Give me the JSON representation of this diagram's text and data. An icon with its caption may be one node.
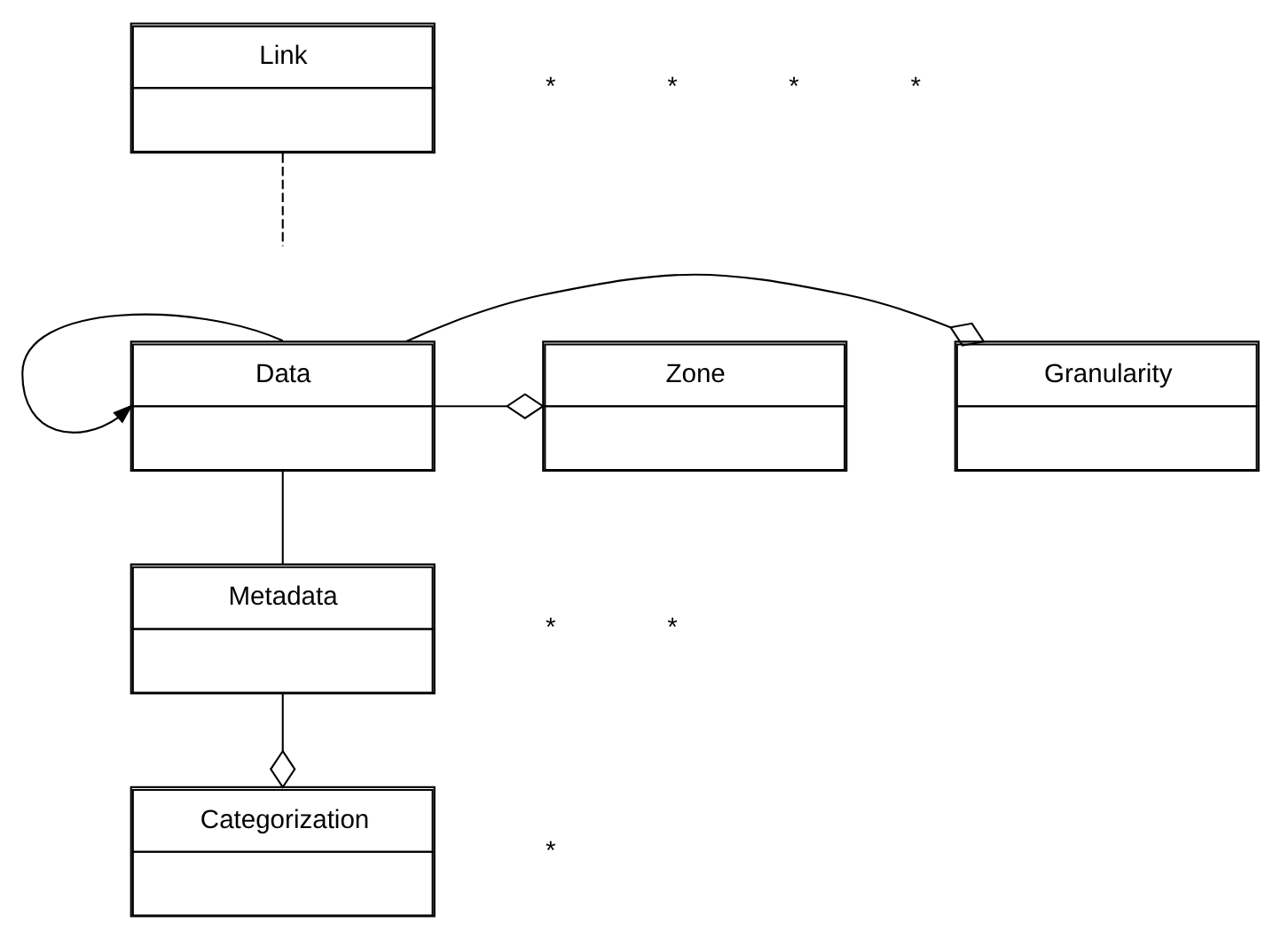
{
  "diagram": {
    "nodes": [
      {
        "text": [
          "Link"
        ]
      },
      {
        "text": [
          "Data"
        ]
      },
      {
        "text": [
          "Granularity"
        ]
      },
      {
        "text": [
          "Zone"
        ]
      },
      {
        "text": [
          "Metadata"
        ]
      },
      {
        "text": [
          "Categorization"
        ]
      }
    ],
    "edges": [
      {
        "from": 1,
        "to": 1,
        "arrow": "to"
      },
      {
        "from": 0,
        "to": null,
        "arrow": "none",
        "style": "dashed"
      },
      {
        "from": 1,
        "to": 2,
        "arrow": "other"
      },
      {
        "from": 1,
        "to": 3,
        "arrow": "other"
      },
      {
        "from": 1,
        "to": 4,
        "arrow": "none"
      },
      {
        "from": 4,
        "to": 5,
        "arrow": "other"
      }
    ],
    "labels": [
      "*",
      "*",
      "*",
      "*",
      "*",
      "*",
      "*"
    ]
  }
}
